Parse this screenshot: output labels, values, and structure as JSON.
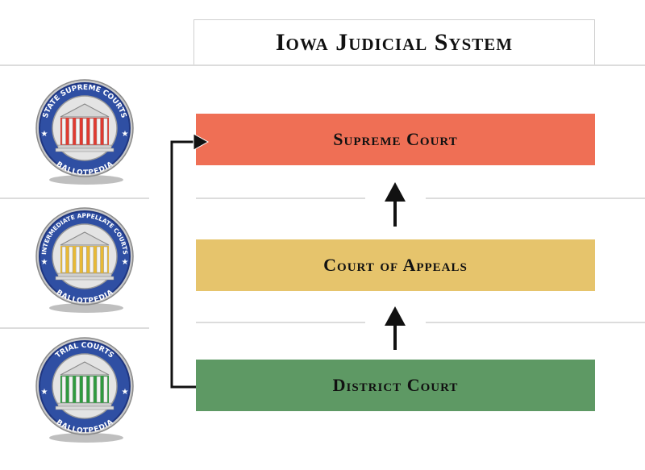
{
  "title": "Iowa Judicial System",
  "courts": [
    {
      "name": "Supreme Court",
      "color": "#ef6f55"
    },
    {
      "name": "Court of Appeals",
      "color": "#e6c46c"
    },
    {
      "name": "District Court",
      "color": "#5e9964"
    }
  ],
  "seals": [
    {
      "top_text": "STATE SUPREME COURTS",
      "bottom_text": "BALLOTPEDIA",
      "accent": "#e03a30"
    },
    {
      "top_text": "INTERMEDIATE APPELLATE COURTS",
      "bottom_text": "BALLOTPEDIA",
      "accent": "#e8b935"
    },
    {
      "top_text": "TRIAL COURTS",
      "bottom_text": "BALLOTPEDIA",
      "accent": "#2f9a3f"
    }
  ],
  "colors": {
    "seal_ring": "#2f4fa3",
    "seal_ring_dark": "#1f3680",
    "arrow": "#111111",
    "divider": "#dcdcdc"
  }
}
